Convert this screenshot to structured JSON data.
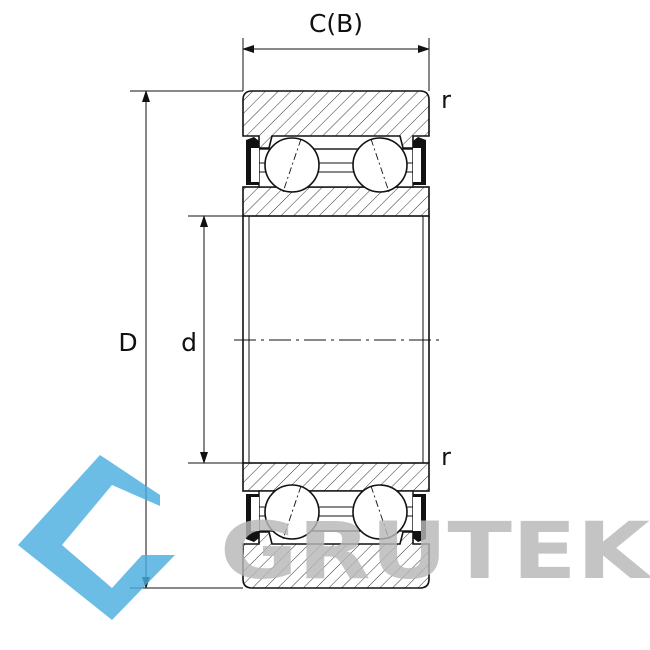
{
  "diagram": {
    "labels": {
      "width": "C(B)",
      "outer_diameter": "D",
      "bore": "d",
      "radius_top": "r",
      "radius_mid": "r"
    }
  },
  "watermark": {
    "text": "GRUTEK",
    "logo_color": "#4aaee0",
    "text_color": "#b8b8b8"
  },
  "colors": {
    "line": "#111111",
    "hatch": "#333333",
    "seal": "#111111"
  }
}
